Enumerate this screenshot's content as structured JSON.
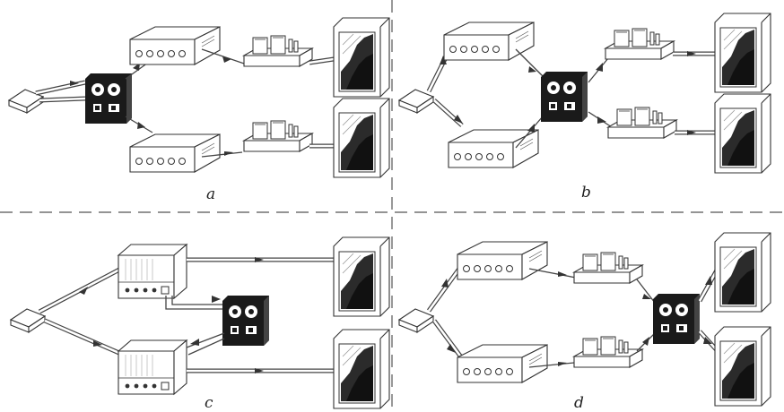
{
  "panels": [
    {
      "id": "a",
      "label": "a"
    },
    {
      "id": "b",
      "label": "b"
    },
    {
      "id": "c",
      "label": "c"
    },
    {
      "id": "d",
      "label": "d"
    }
  ],
  "icons": {
    "pickup": "phono-cartridge-icon",
    "control": "control-unit-icon",
    "preamp": "preamplifier-icon",
    "amp": "power-amplifier-icon",
    "speaker": "loudspeaker-icon"
  },
  "colors": {
    "ink": "#333333",
    "control_unit": "#1a1a1a",
    "background": "#ffffff"
  }
}
